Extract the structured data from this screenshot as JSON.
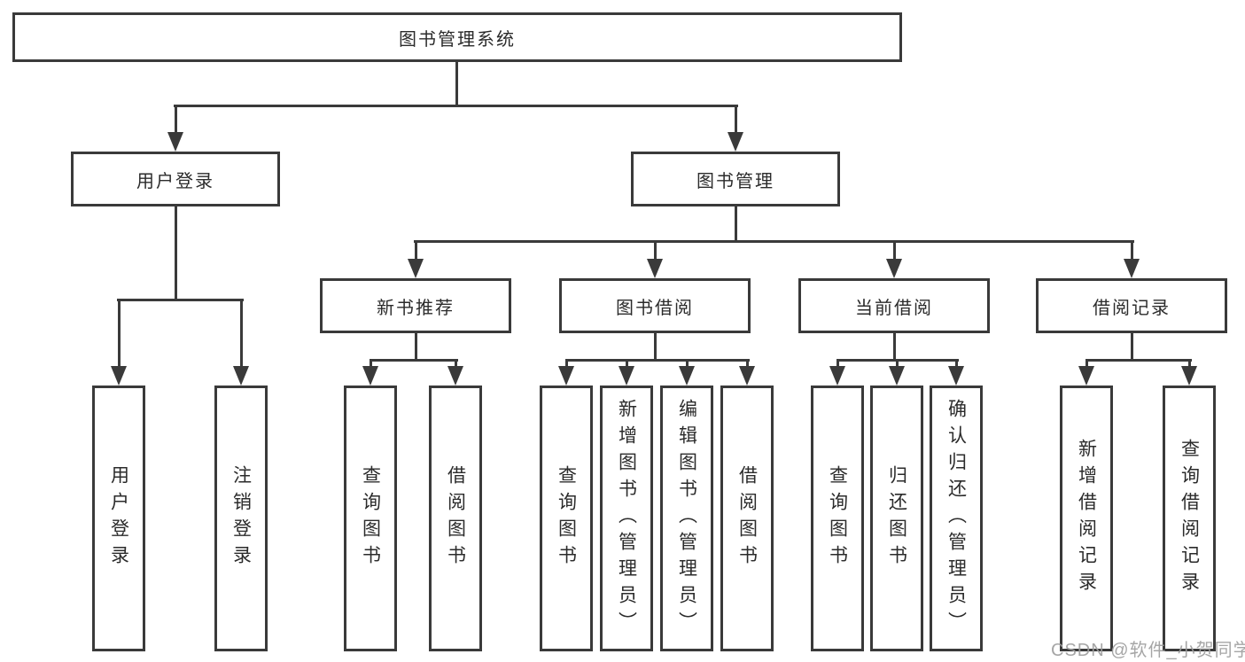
{
  "tree": {
    "root": {
      "label": "图书管理系统"
    },
    "branches": [
      {
        "label": "用户登录",
        "children": [
          {
            "label": "用户登录"
          },
          {
            "label": "注销登录"
          }
        ]
      },
      {
        "label": "图书管理",
        "children": [
          {
            "label": "新书推荐",
            "children": [
              {
                "label": "查询图书"
              },
              {
                "label": "借阅图书"
              }
            ]
          },
          {
            "label": "图书借阅",
            "children": [
              {
                "label": "查询图书"
              },
              {
                "label": "新增图书（管理员）"
              },
              {
                "label": "编辑图书（管理员）"
              },
              {
                "label": "借阅图书"
              }
            ]
          },
          {
            "label": "当前借阅",
            "children": [
              {
                "label": "查询图书"
              },
              {
                "label": "归还图书"
              },
              {
                "label": "确认归还（管理员）"
              }
            ]
          },
          {
            "label": "借阅记录",
            "children": [
              {
                "label": "新增借阅记录"
              },
              {
                "label": "查询借阅记录"
              }
            ]
          }
        ]
      }
    ]
  },
  "watermark": {
    "text": "CSDN @软件_小贺同学"
  },
  "colors": {
    "line": "#3a3a3a",
    "text": "#2b2b2b",
    "background": "#ffffff",
    "watermark": "#9e9e9e"
  }
}
